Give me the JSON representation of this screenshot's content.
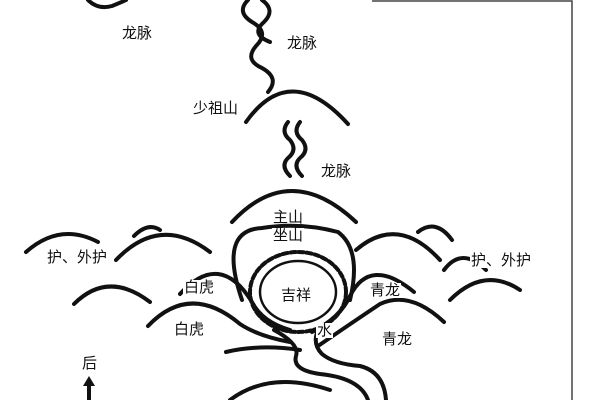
{
  "labels": {
    "dragon_vein_top": "龙脉",
    "dragon_vein_mid": "龙脉",
    "young_ancestor_mountain": "少祖山",
    "dragon_vein_lower": "龙脉",
    "main_mountain": "主山",
    "sitting_mountain": "坐山",
    "protect_left": "护、外护",
    "protect_right": "护、外护",
    "white_tiger_inner": "白虎",
    "white_tiger_outer": "白虎",
    "auspicious": "吉祥",
    "azure_dragon_inner": "青龙",
    "azure_dragon_outer": "青龙",
    "water": "水",
    "back": "后"
  },
  "colors": {
    "ink": "#111111",
    "background": "#ffffff",
    "frame": "#444444"
  }
}
